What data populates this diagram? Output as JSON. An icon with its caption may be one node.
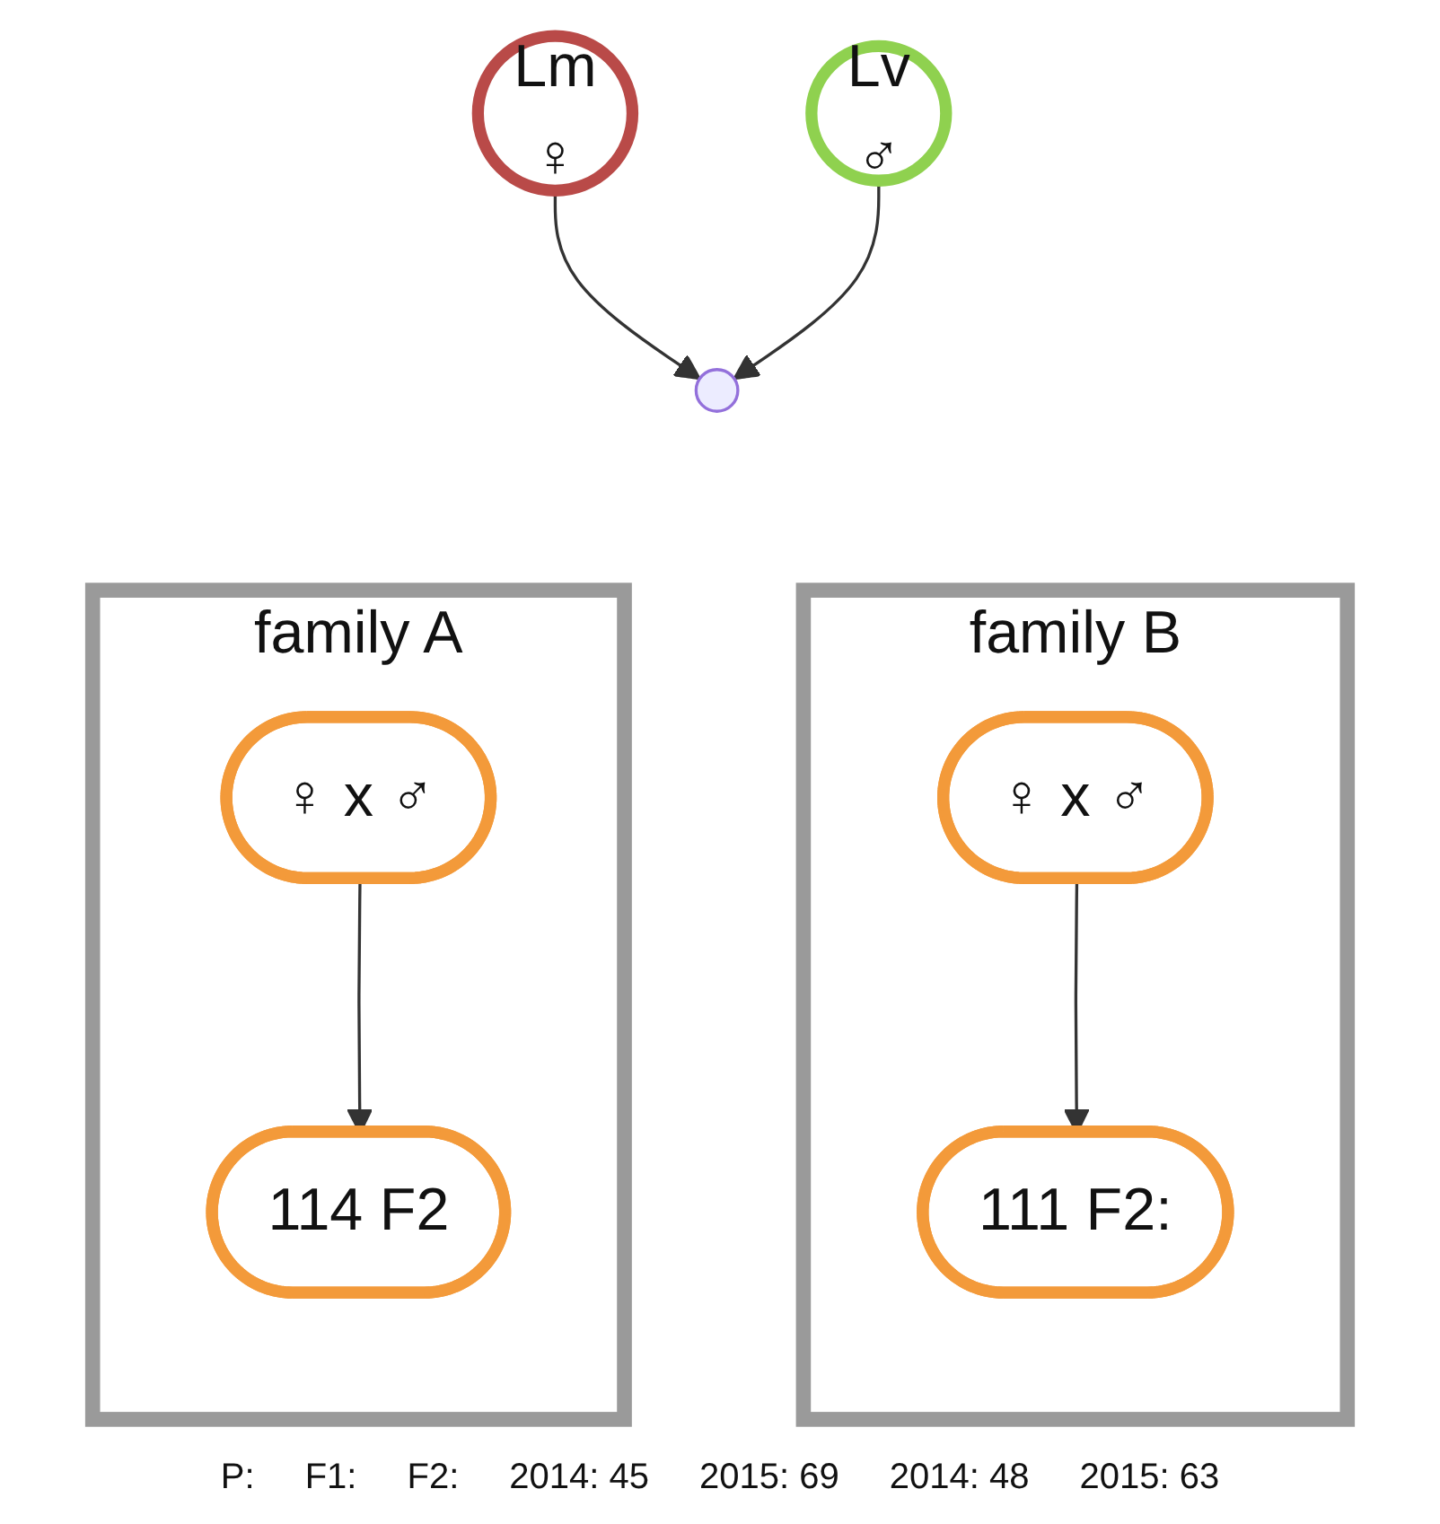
{
  "diagram": {
    "nodes": [
      {
        "text": [
          "Lm",
          "♀"
        ]
      },
      {
        "text": [
          "Lv",
          "♂"
        ]
      },
      {
        "text": [
          "family A"
        ]
      },
      {
        "text": [
          "♀ x ♂"
        ],
        "in": 2
      },
      {
        "text": [
          "114 F2"
        ],
        "in": 2
      },
      {
        "text": [
          "family B"
        ]
      },
      {
        "text": [
          "♀ x ♂"
        ],
        "in": 5
      },
      {
        "text": [
          "111 F2:"
        ],
        "in": 5
      }
    ],
    "edges": [
      {
        "from": 0,
        "to": null,
        "arrow": "to"
      },
      {
        "from": 1,
        "to": null,
        "arrow": "to"
      },
      {
        "from": 3,
        "to": 4,
        "arrow": "to"
      },
      {
        "from": 6,
        "to": 7,
        "arrow": "to"
      }
    ],
    "labels": [
      "P:",
      "F1:",
      "F2:",
      "2014: 45",
      "2015: 69",
      "2014: 48",
      "2015: 63"
    ]
  }
}
